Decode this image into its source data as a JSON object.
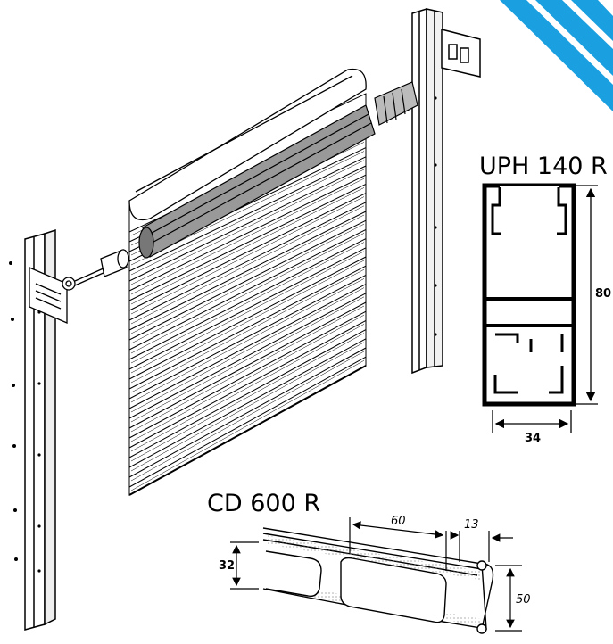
{
  "profiles": {
    "uph": {
      "title": "UPH 140 R",
      "height_label": "80",
      "width_label": "34"
    },
    "cd": {
      "title": "CD 600 R",
      "height_label": "32",
      "pitch_label": "60",
      "gap_label": "13",
      "total_height_label": "50"
    }
  },
  "colors": {
    "stripe": "#1aa0e0",
    "line": "#000000"
  }
}
